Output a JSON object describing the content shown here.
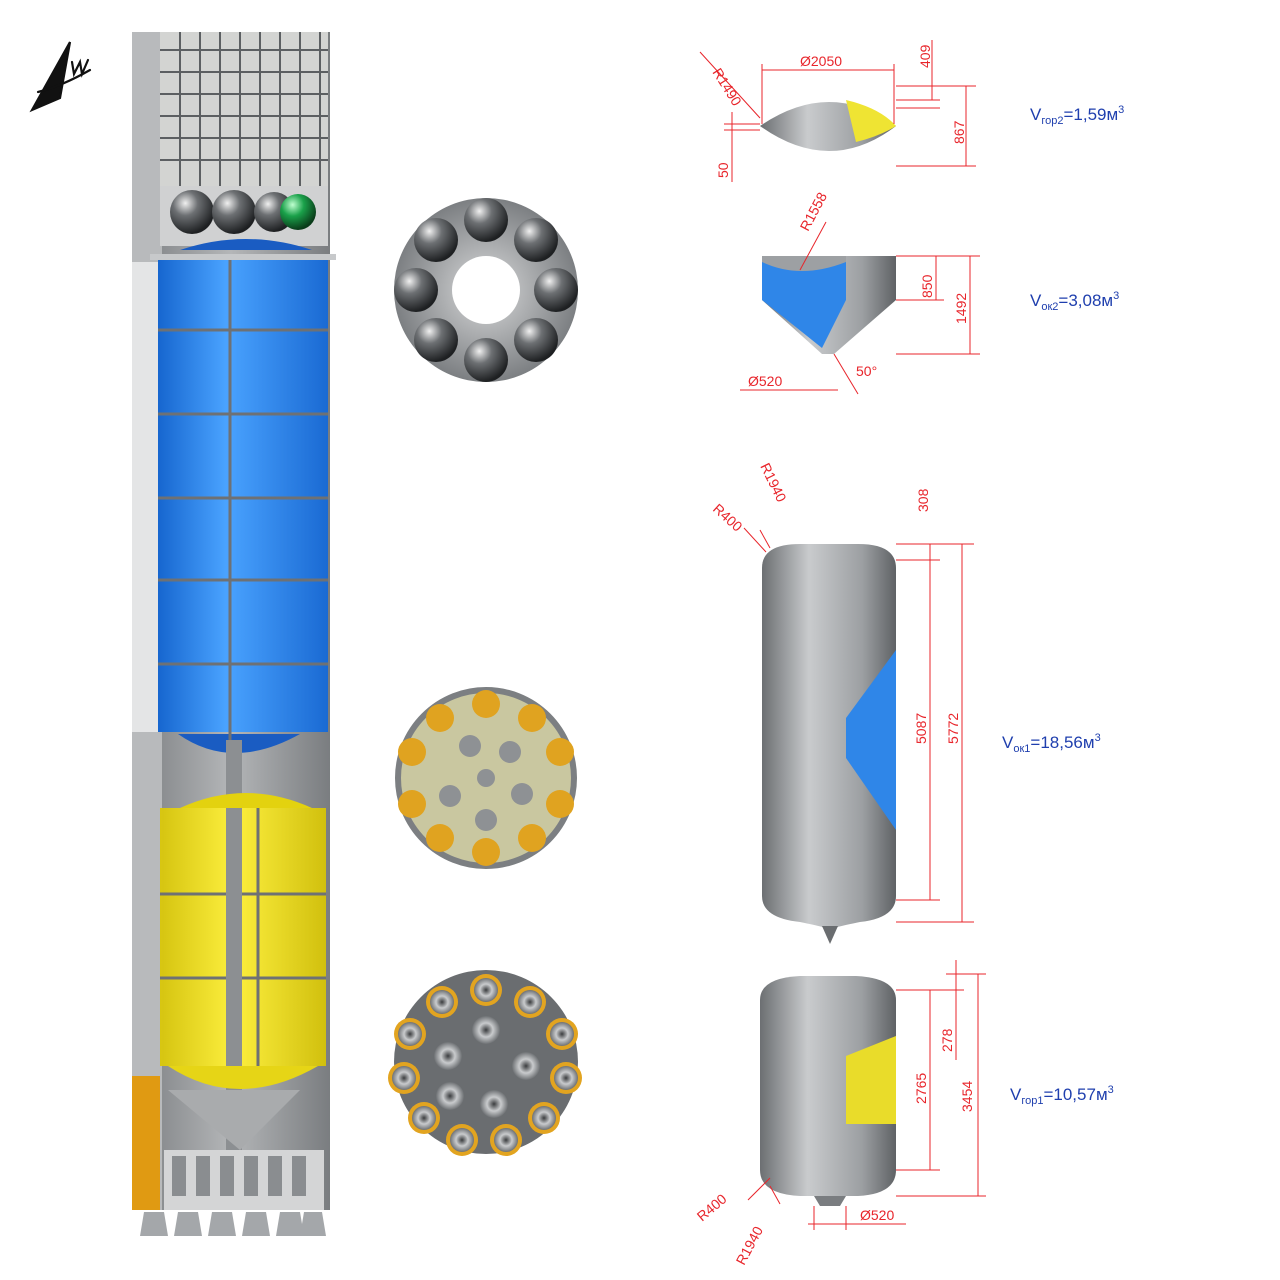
{
  "tanks": {
    "fuel2": {
      "radius_label": "R1490",
      "diameter_label": "Ø2050",
      "height_top_label": "409",
      "offset_label": "50",
      "height_label": "867",
      "volume": {
        "prefix": "V",
        "sub": "гор2",
        "value": "=1,59м",
        "sup": "3"
      }
    },
    "ox2": {
      "radius_label": "R1558",
      "cyl_label": "850",
      "height_label": "1492",
      "bottom_diameter_label": "Ø520",
      "angle_label": "50°",
      "volume": {
        "prefix": "V",
        "sub": "ок2",
        "value": "=3,08м",
        "sup": "3"
      }
    },
    "ox1": {
      "r_small_label": "R400",
      "r_big_label": "R1940",
      "top_label": "308",
      "cyl_label": "5087",
      "height_label": "5772",
      "volume": {
        "prefix": "V",
        "sub": "ок1",
        "value": "=18,56м",
        "sup": "3"
      }
    },
    "fuel1": {
      "top_label": "278",
      "cyl_label": "2765",
      "height_label": "3454",
      "r_small_label": "R400",
      "r_big_label": "R1940",
      "bottom_diameter_label": "Ø520",
      "volume": {
        "prefix": "V",
        "sub": "гор1",
        "value": "=10,57м",
        "sup": "3"
      }
    }
  },
  "colors": {
    "blue": "#2f86e8",
    "yellow": "#f1e21a",
    "gray": "#8a8d90",
    "dim": "#e8252b",
    "vol": "#1f3fae",
    "orange": "#e3a21c"
  }
}
